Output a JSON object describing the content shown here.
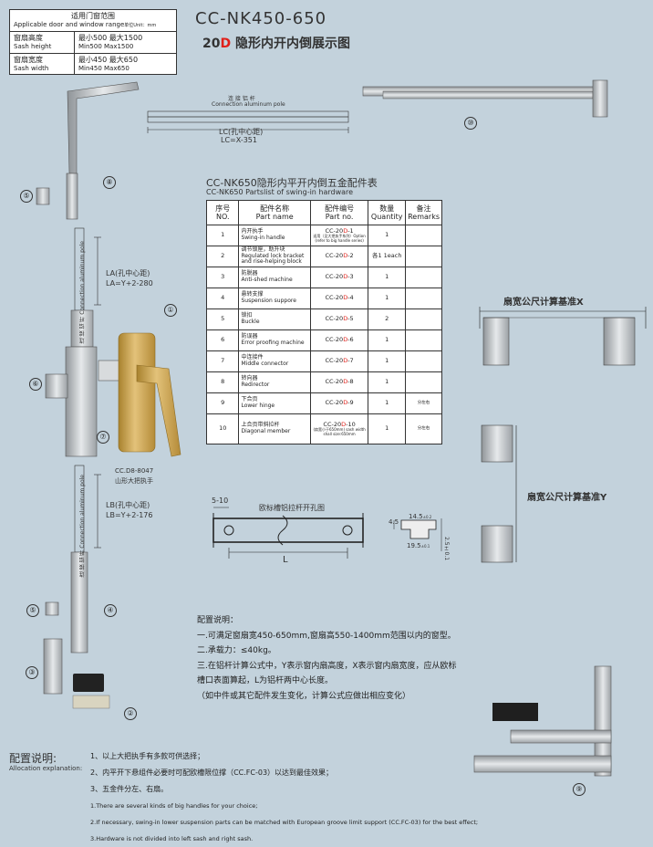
{
  "spec": {
    "header_cn": "适用门窗范围",
    "header_en": "Applicable door and window range",
    "header_unit": "单位Unit：mm",
    "height_label_cn": "窗扇高度",
    "height_label_en": "Sash height",
    "height_value_cn": "最小500  最大1500",
    "height_value_en": "Min500  Max1500",
    "width_label_cn": "窗扇宽度",
    "width_label_en": "Sash width",
    "width_value_cn": "最小450  最大650",
    "width_value_en": "Min450  Max650"
  },
  "title": {
    "model": "CC-NK450-650",
    "prefix": "20",
    "prefix_red": "D",
    "subtitle": " 隐形内开内倒展示图"
  },
  "diagram": {
    "connection_pole_cn": "连 接 铝 杆",
    "connection_pole_en": "Connection aluminum pole",
    "lc_label": "LC(孔中心距)",
    "lc_formula": "LC=X-351",
    "la_label": "LA(孔中心距)",
    "la_formula": "LA=Y+2-280",
    "lb_label": "LB(孔中心距)",
    "lb_formula": "LB=Y+2-176",
    "vertical_pole_label": "连 接 铝 杆  Connection aluminum pole",
    "handle_model": "CC.D8-8047",
    "handle_name": "山形大把执手",
    "hole_title": "欧标槽铝拉杆开孔图",
    "hole_dim_510": "5-10",
    "hole_dim_L": "L",
    "dim_45": "4.5",
    "dim_145": "14.5",
    "dim_145_tol": "±0.2",
    "dim_195": "19.5",
    "dim_195_tol": "±0.1",
    "dim_25": "2.5±0.1",
    "sash_x_label": "扇宽公尺计算基准X",
    "sash_y_label": "扇宽公尺计算基准Y",
    "callouts": [
      "①",
      "②",
      "③",
      "④",
      "⑤",
      "⑥",
      "⑦",
      "⑧",
      "⑨",
      "⑩"
    ]
  },
  "parts_table": {
    "title_prefix": "CC-NK",
    "title_code": "650",
    "title_suffix": "隐形内平开内倒五金配件表",
    "title_en": "CC-NK650 Partslist of swing-in hardware",
    "headers": [
      {
        "cn": "序号",
        "en": "NO."
      },
      {
        "cn": "配件名称",
        "en": "Part name"
      },
      {
        "cn": "配件编号",
        "en": "Part no."
      },
      {
        "cn": "数量",
        "en": "Quantity"
      },
      {
        "cn": "备注",
        "en": "Remarks"
      }
    ],
    "rows": [
      {
        "no": "1",
        "name_cn": "内开执手",
        "name_en": "Swing-in handle",
        "code_pre": "CC-20",
        "code_d": "D",
        "code_post": "-1",
        "code_note": "适用（见大把执手系列）Option (refer to big handle series)",
        "qty": "1",
        "remarks": ""
      },
      {
        "no": "2",
        "name_cn": "调节锁座，助升块",
        "name_en": "Regulated lock bracket and rise-helping block",
        "code_pre": "CC-20",
        "code_d": "D",
        "code_post": "-2",
        "code_note": "",
        "qty": "各1 1each",
        "remarks": ""
      },
      {
        "no": "3",
        "name_cn": "防脱器",
        "name_en": "Anti-shed machine",
        "code_pre": "CC-20",
        "code_d": "D",
        "code_post": "-3",
        "code_note": "",
        "qty": "1",
        "remarks": ""
      },
      {
        "no": "4",
        "name_cn": "悬转支撑",
        "name_en": "Suspension suppore",
        "code_pre": "CC-20",
        "code_d": "D",
        "code_post": "-4",
        "code_note": "",
        "qty": "1",
        "remarks": ""
      },
      {
        "no": "5",
        "name_cn": "锁扣",
        "name_en": "Buckle",
        "code_pre": "CC-20",
        "code_d": "D",
        "code_post": "-5",
        "code_note": "",
        "qty": "2",
        "remarks": ""
      },
      {
        "no": "6",
        "name_cn": "防误器",
        "name_en": "Error proofing machine",
        "code_pre": "CC-20",
        "code_d": "D",
        "code_post": "-6",
        "code_note": "",
        "qty": "1",
        "remarks": ""
      },
      {
        "no": "7",
        "name_cn": "中连接件",
        "name_en": "Middle connector",
        "code_pre": "CC-20",
        "code_d": "D",
        "code_post": "-7",
        "code_note": "",
        "qty": "1",
        "remarks": ""
      },
      {
        "no": "8",
        "name_cn": "转向器",
        "name_en": "Redirector",
        "code_pre": "CC-20",
        "code_d": "D",
        "code_post": "-8",
        "code_note": "",
        "qty": "1",
        "remarks": ""
      },
      {
        "no": "9",
        "name_cn": "下合页",
        "name_en": "Lower hinge",
        "code_pre": "CC-20",
        "code_d": "D",
        "code_post": "-9",
        "code_note": "",
        "qty": "1",
        "remarks": "分左右"
      },
      {
        "no": "10",
        "name_cn": "上合页带斜拉杆",
        "name_en": "Diagonal member",
        "code_pre": "CC-20",
        "code_d": "D",
        "code_post": "-10",
        "code_note": "(扇宽小于650mm) sash width shall size:650mm",
        "qty": "1",
        "remarks": "分左右"
      }
    ]
  },
  "config_notes": {
    "title": "配置说明：",
    "lines": [
      "一.可满足窗扇宽450-650mm,窗扇高550-1400mm范围以内的窗型。",
      "二.承载力：≤40kg。",
      "三.在铝杆计算公式中，Y表示窗内扇高度，X表示窗内扇宽度，应从欧标",
      "槽口表面算起，L为铝杆两中心长度。",
      "（如中件或其它配件发生变化，计算公式应做出相应变化）"
    ]
  },
  "allocation": {
    "label_cn": "配置说明:",
    "label_en": "Allocation explanation:",
    "lines_cn": [
      "1、以上大把执手有多款可供选择；",
      "2、内平开下悬组件必要时可配欧槽限位撑（CC.FC-03）以达到最佳效果；",
      "3、五金件分左、右扇。"
    ],
    "lines_en": [
      "1.There are several kinds of big handles for your choice;",
      "2.If necessary, swing-in lower suspension parts can be matched with European groove limit support (CC.FC-03) for the best effect;",
      "3.Hardware is not divided into left sash and right sash."
    ]
  },
  "colors": {
    "background": "#c3d2dc",
    "accent_red": "#e0201a",
    "handle_gold": "#c9a24a",
    "metal": "#b8bcc0"
  }
}
